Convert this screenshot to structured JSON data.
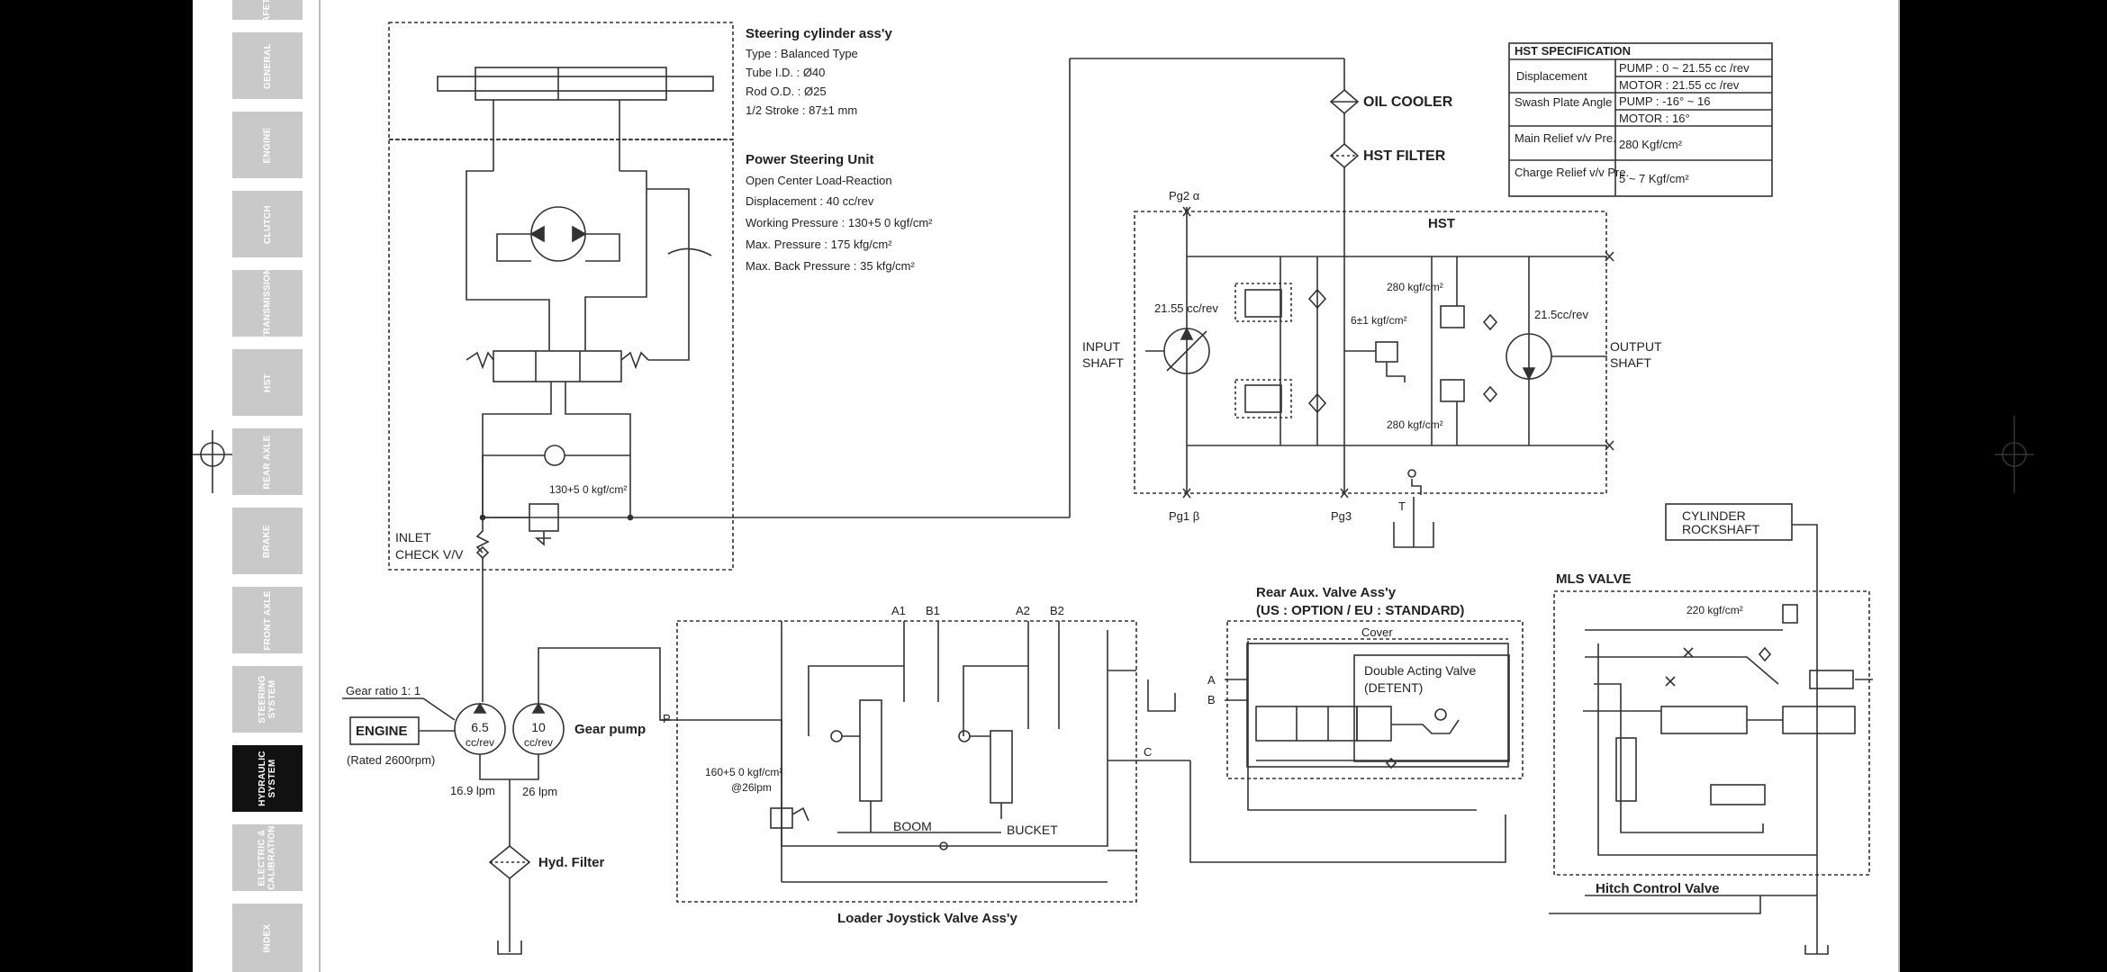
{
  "sidebar": {
    "tabs": [
      {
        "label": "SAFETY",
        "active": false
      },
      {
        "label": "GENERAL",
        "active": false
      },
      {
        "label": "ENGINE",
        "active": false
      },
      {
        "label": "CLUTCH",
        "active": false
      },
      {
        "label": "TRANSMISSION",
        "active": false
      },
      {
        "label": "HST",
        "active": false
      },
      {
        "label": "REAR AXLE",
        "active": false
      },
      {
        "label": "BRAKE",
        "active": false
      },
      {
        "label": "FRONT AXLE",
        "active": false
      },
      {
        "label": "STEERING\nSYSTEM",
        "active": false
      },
      {
        "label": "HYDRAULIC\nSYSTEM",
        "active": true
      },
      {
        "label": "ELECTRIC &\nCALIBRATION",
        "active": false
      },
      {
        "label": "INDEX",
        "active": false
      }
    ]
  },
  "diagram": {
    "steering": {
      "title": "Steering cylinder ass'y",
      "type": "Type : Balanced Type",
      "tube": "Tube I.D. : Ø40",
      "rod": "Rod O.D. : Ø25",
      "stroke": "1/2 Stroke : 87±1 mm"
    },
    "psu": {
      "title": "Power Steering Unit",
      "line1": "Open Center Load-Reaction",
      "line2": "Displacement : 40 cc/rev",
      "line3": "Working Pressure : 130+5 0 kgf/cm²",
      "line4": "Max. Pressure : 175 kfg/cm²",
      "line5": "Max. Back Pressure : 35 kfg/cm²"
    },
    "psu_relief": "130+5 0 kgf/cm²",
    "inlet": [
      "INLET",
      "CHECK V/V"
    ],
    "engine": {
      "gear_ratio": "Gear ratio 1: 1",
      "label": "ENGINE",
      "rated": "(Rated 2600rpm)",
      "pump1_a": "6.5",
      "pump1_b": "cc/rev",
      "pump2_a": "10",
      "pump2_b": "cc/rev",
      "gear_pump": "Gear pump",
      "flow1": "16.9 lpm",
      "flow2": "26 lpm",
      "filter": "Hyd. Filter"
    },
    "loader": {
      "title": "Loader Joystick Valve Ass'y",
      "ports": [
        "A1",
        "B1",
        "A2",
        "B2"
      ],
      "p_port": "P",
      "c_port": "C",
      "relief_a": "160+5 0 kgf/cm²",
      "relief_b": "@26lpm",
      "boom": "BOOM",
      "bucket": "BUCKET"
    },
    "hst_spec": {
      "title": "HST SPECIFICATION",
      "rows": [
        {
          "name": "Displacement",
          "values": [
            "PUMP : 0 ~ 21.55 cc /rev",
            "MOTOR : 21.55 cc /rev"
          ]
        },
        {
          "name": "Swash Plate Angle",
          "values": [
            "PUMP : -16° ~ 16",
            "MOTOR : 16°"
          ]
        },
        {
          "name": "Main Relief v/v Pre.",
          "values": [
            "280 Kgf/cm²"
          ]
        },
        {
          "name": "Charge Relief v/v Pre.",
          "values": [
            "5 ~ 7 Kgf/cm²"
          ]
        }
      ]
    },
    "oil_cooler": "OIL COOLER",
    "hst_filter": "HST FILTER",
    "hst": {
      "title": "HST",
      "pg2": "Pg2 α",
      "pg1": "Pg1 β",
      "pg3": "Pg3",
      "t": "T",
      "pump_disp": "21.55 cc/rev",
      "motor_disp": "21.5cc/rev",
      "input": [
        "INPUT",
        "SHAFT"
      ],
      "output": [
        "OUTPUT",
        "SHAFT"
      ],
      "relief_top": "280 kgf/cm²",
      "relief_bottom": "280 kgf/cm²",
      "charge": "6±1 kgf/cm²"
    },
    "cylinder": [
      "CYLINDER",
      "ROCKSHAFT"
    ],
    "rear_aux": {
      "title1": "Rear Aux. Valve Ass'y",
      "title2": "(US : OPTION / EU : STANDARD)",
      "cover": "Cover",
      "dav1": "Double Acting Valve",
      "dav2": "(DETENT)",
      "port_a": "A",
      "port_b": "B"
    },
    "mls": {
      "title": "MLS VALVE",
      "relief": "220 kgf/cm²",
      "hitch": "Hitch Control Valve"
    }
  }
}
